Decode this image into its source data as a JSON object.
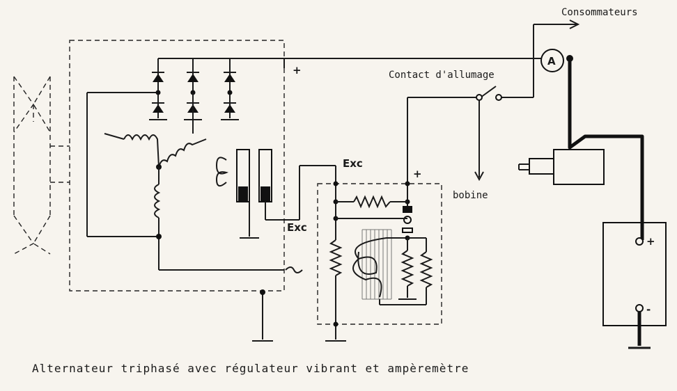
{
  "labels": {
    "consommateurs": "Consommateurs",
    "ammeter": "A",
    "contact": "Contact d'allumage",
    "plus_top": "+",
    "exc_top": "Exc",
    "plus_reg": "+",
    "bobine": "bobine",
    "exc_left": "Exc",
    "bat_plus": "+",
    "bat_minus": "-"
  },
  "caption": "Alternateur triphasé avec régulateur vibrant et ampèremètre",
  "colors": {
    "ink": "#1a1a1a",
    "paper": "#f7f4ee"
  }
}
